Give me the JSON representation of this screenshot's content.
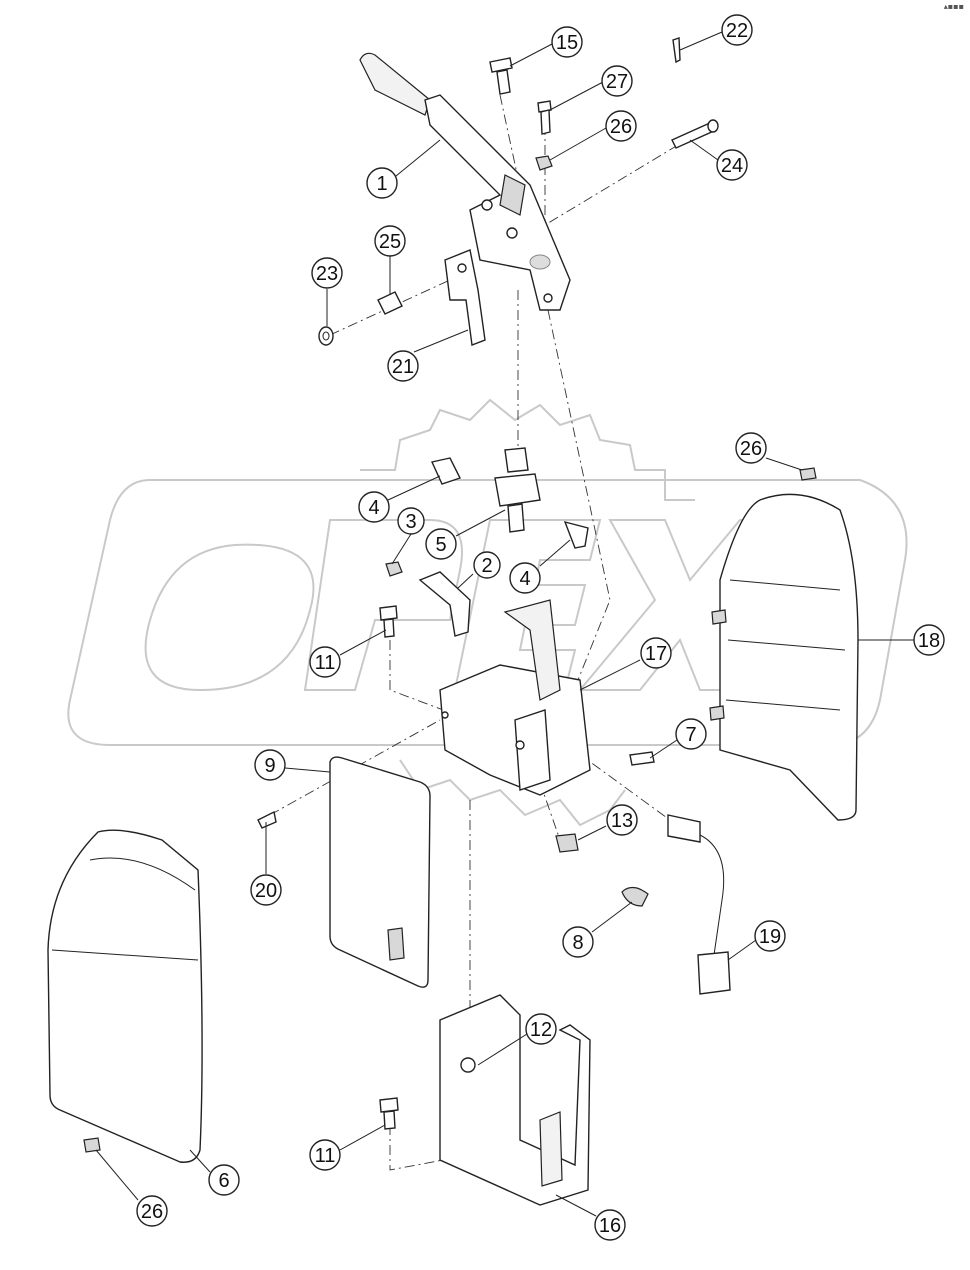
{
  "corner_mark": "▴▪▪▪",
  "callouts": [
    {
      "id": "c15",
      "label": "15"
    },
    {
      "id": "c22",
      "label": "22"
    },
    {
      "id": "c27",
      "label": "27"
    },
    {
      "id": "c26a",
      "label": "26"
    },
    {
      "id": "c24",
      "label": "24"
    },
    {
      "id": "c1",
      "label": "1"
    },
    {
      "id": "c25",
      "label": "25"
    },
    {
      "id": "c23",
      "label": "23"
    },
    {
      "id": "c21",
      "label": "21"
    },
    {
      "id": "c26b",
      "label": "26"
    },
    {
      "id": "c4a",
      "label": "4"
    },
    {
      "id": "c3",
      "label": "3"
    },
    {
      "id": "c5",
      "label": "5"
    },
    {
      "id": "c2",
      "label": "2"
    },
    {
      "id": "c4b",
      "label": "4"
    },
    {
      "id": "c18",
      "label": "18"
    },
    {
      "id": "c11a",
      "label": "11"
    },
    {
      "id": "c17",
      "label": "17"
    },
    {
      "id": "c7",
      "label": "7"
    },
    {
      "id": "c9",
      "label": "9"
    },
    {
      "id": "c13",
      "label": "13"
    },
    {
      "id": "c20",
      "label": "20"
    },
    {
      "id": "c8",
      "label": "8"
    },
    {
      "id": "c19",
      "label": "19"
    },
    {
      "id": "c12",
      "label": "12"
    },
    {
      "id": "c11b",
      "label": "11"
    },
    {
      "id": "c6",
      "label": "6"
    },
    {
      "id": "c26c",
      "label": "26"
    },
    {
      "id": "c16",
      "label": "16"
    }
  ]
}
